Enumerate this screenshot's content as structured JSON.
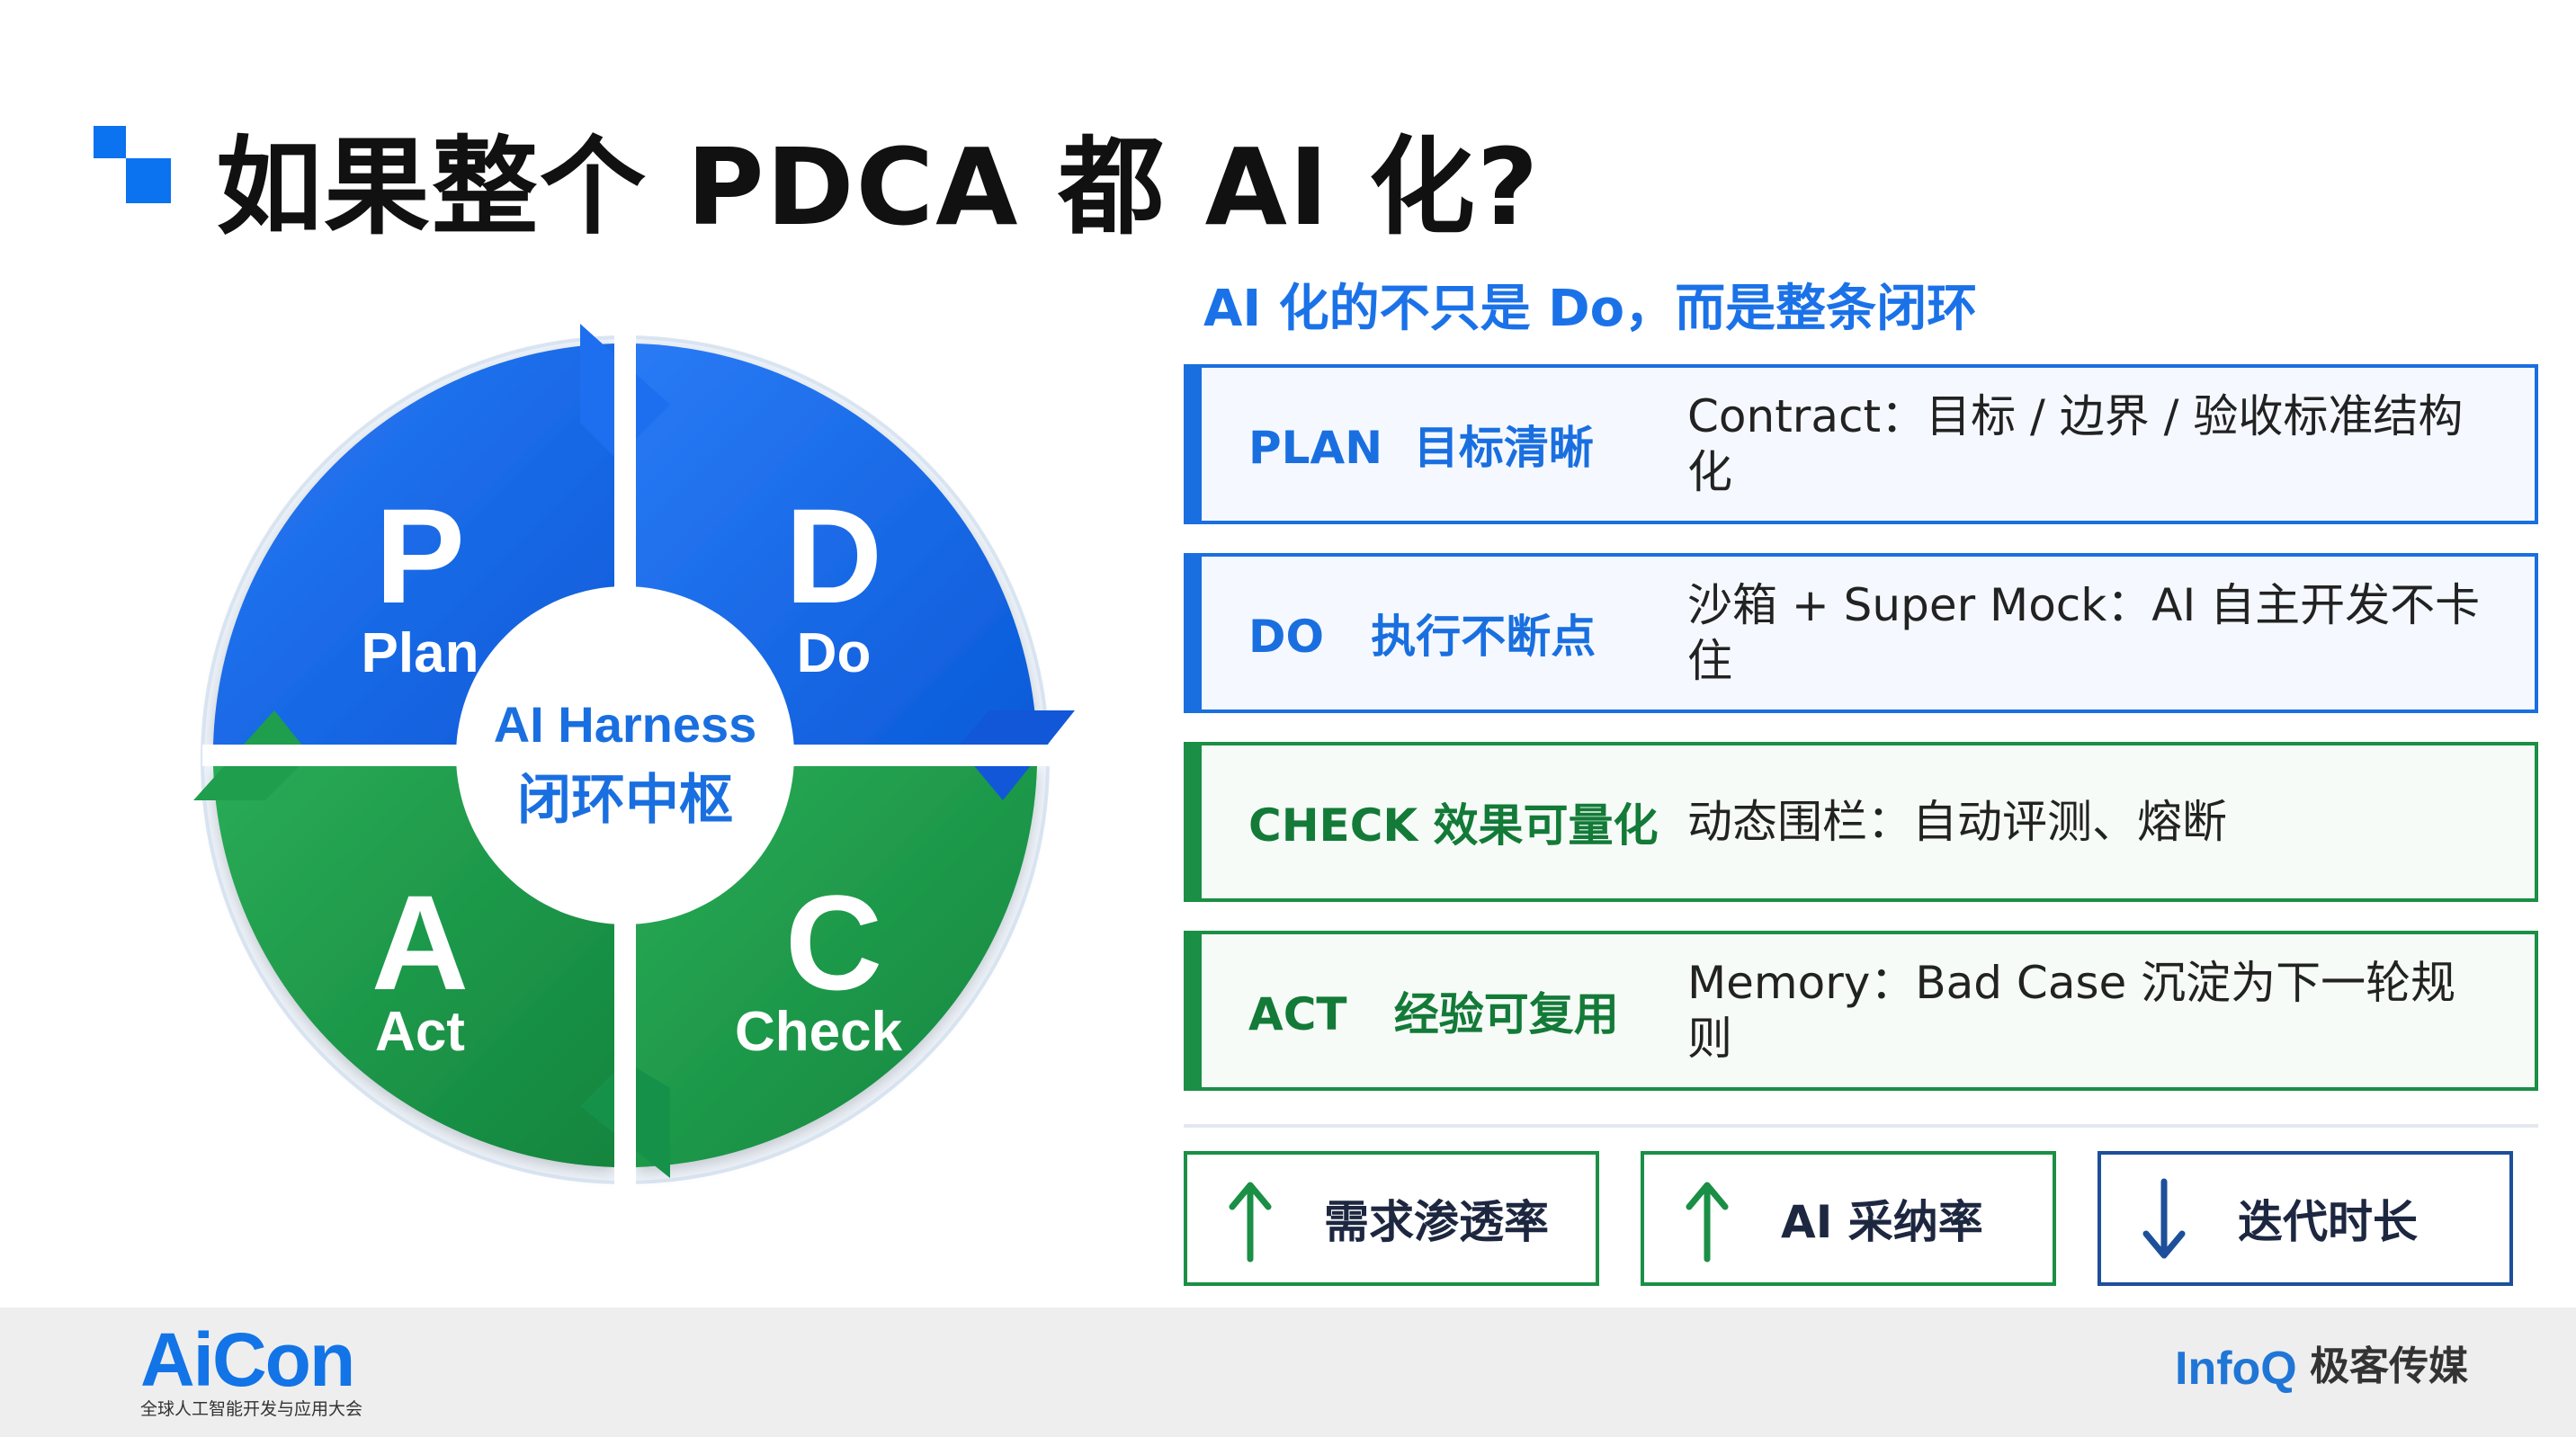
{
  "title": "如果整个 PDCA 都 AI 化?",
  "cycle": {
    "plan": {
      "letter": "P",
      "word": "Plan"
    },
    "do": {
      "letter": "D",
      "word": "Do"
    },
    "check": {
      "letter": "C",
      "word": "Check"
    },
    "act": {
      "letter": "A",
      "word": "Act"
    },
    "center": {
      "line1": "AI Harness",
      "line2": "闭环中枢"
    }
  },
  "subtitle": "AI 化的不只是 Do，而是整条闭环",
  "rows": [
    {
      "label": "PLAN  目标清晰",
      "desc": "Contract：目标 / 边界 / 验收标准结构化"
    },
    {
      "label": "DO   执行不断点",
      "desc": "沙箱 + Super Mock：AI 自主开发不卡住"
    },
    {
      "label": "CHECK 效果可量化",
      "desc": "动态围栏：自动评测、熔断"
    },
    {
      "label": "ACT   经验可复用",
      "desc": "Memory：Bad Case 沉淀为下一轮规则"
    }
  ],
  "metrics": [
    {
      "label": "需求渗透率",
      "direction": "up",
      "icon": "arrow-up-icon"
    },
    {
      "label": "AI 采纳率",
      "direction": "up",
      "icon": "arrow-up-icon"
    },
    {
      "label": "迭代时长",
      "direction": "down",
      "icon": "arrow-down-icon"
    }
  ],
  "footer": {
    "aicon": "AiCon",
    "aicon_sub": "全球人工智能开发与应用大会",
    "infoq": "InfoQ",
    "infoq_cn": "极客传媒"
  },
  "colors": {
    "blue": "#1a6fe0",
    "blue_light": "#2f7df2",
    "green": "#1a8f45",
    "green_light": "#22a24f",
    "accent": "#1b72e8",
    "metric_down": "#1d4f9a"
  }
}
